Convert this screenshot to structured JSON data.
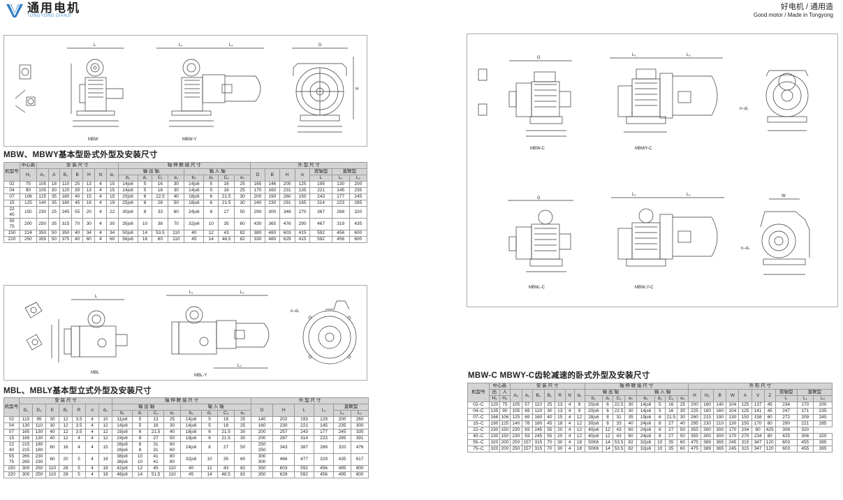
{
  "brand": {
    "name_cn": "通用电机",
    "name_en": "TONGYONG DIANJI"
  },
  "slogan": {
    "cn": "好电机 / 通用造",
    "en": "Good motor / Made in Tongyong"
  },
  "colors": {
    "brand_blue": "#2e7cc4",
    "header_gray": "#d4d4d4",
    "line": "#333333"
  },
  "figures": {
    "mbw": {
      "c1": "MBW",
      "c2": "MBW-Y"
    },
    "mbl": {
      "c1": "MBL",
      "c2": "MBL-Y"
    },
    "mbwc": {
      "c1": "MBW-C",
      "c2": "MBWY-C",
      "c3": "MBW₁-C",
      "c4": "MBW₁Y-C"
    }
  },
  "sections": {
    "mbw": "MBW、MBWY基本型卧式外型及安装尺寸",
    "mbl": "MBL、MBLY基本型立式外型及安装尺寸",
    "mbwc": "MBW-C MBWY-C齿轮减速的卧式外型及安装尺寸"
  },
  "tables": {
    "mbw": {
      "h": {
        "model": "机型号",
        "center": "中心高",
        "install": "安 装 尺 寸",
        "shaft": "轴 伸 联 接 尺 寸",
        "out": "输 出 轴",
        "in": "输 入 轴",
        "outline": "外 型 尺 寸",
        "dual": "双轴型",
        "direct": "直联型"
      },
      "sub": [
        "H₁",
        "A₁",
        "A",
        "B₁",
        "B",
        "H",
        "N",
        "d₀",
        "b₁",
        "d₁",
        "C₁",
        "e₁",
        "b₂",
        "d₂",
        "C₂",
        "e₂",
        "D",
        "B",
        "H",
        "A",
        "L",
        "L₁",
        "L₂"
      ],
      "rows": [
        [
          "02",
          "75",
          "105",
          "18",
          "110",
          "25",
          "13",
          "4",
          "15",
          "14js6",
          "5",
          "16",
          "30",
          "14js6",
          "5",
          "16",
          "25",
          "165",
          "146",
          "205",
          "125",
          "195",
          "130",
          "200"
        ],
        [
          "04",
          "90",
          "105",
          "30",
          "120",
          "30",
          "13",
          "4",
          "15",
          "14js6",
          "5",
          "16",
          "30",
          "14js6",
          "5",
          "16",
          "25",
          "170",
          "160",
          "231",
          "135",
          "221",
          "145",
          "235"
        ],
        [
          "07",
          "106",
          "125",
          "35",
          "160",
          "40",
          "15",
          "4",
          "15",
          "20js6",
          "6",
          "22.5",
          "40",
          "18js6",
          "6",
          "21.5",
          "30",
          "200",
          "190",
          "260",
          "150",
          "243",
          "177",
          "245"
        ],
        [
          "15",
          "125",
          "140",
          "35",
          "180",
          "45",
          "18",
          "4",
          "19",
          "25js6",
          "8",
          "28",
          "50",
          "18js6",
          "6",
          "21.5",
          "30",
          "240",
          "230",
          "291",
          "165",
          "314",
          "223",
          "285"
        ],
        [
          "22\n40",
          "150",
          "230",
          "25",
          "245",
          "55",
          "20",
          "4",
          "22",
          "30js6",
          "8",
          "33",
          "60",
          "24js6",
          "8",
          "27",
          "50",
          "290",
          "300",
          "348",
          "270",
          "367",
          "268",
          "320"
        ],
        [
          "55\n75",
          "200",
          "250",
          "35",
          "315",
          "70",
          "30",
          "4",
          "30",
          "35js6",
          "10",
          "38",
          "70",
          "32js6",
          "10",
          "35",
          "60",
          "430",
          "365",
          "476",
          "290",
          "467",
          "319",
          "435"
        ],
        [
          "150",
          "224",
          "350",
          "50",
          "350",
          "40",
          "34",
          "4",
          "34",
          "50js6",
          "14",
          "53.5",
          "110",
          "40",
          "12",
          "43",
          "82",
          "380",
          "480",
          "603",
          "415",
          "592",
          "456",
          "600"
        ],
        [
          "220",
          "250",
          "355",
          "50",
          "375",
          "40",
          "60",
          "4",
          "60",
          "56js6",
          "16",
          "60",
          "110",
          "45",
          "14",
          "48.5",
          "82",
          "330",
          "480",
          "629",
          "415",
          "592",
          "456",
          "600"
        ]
      ]
    },
    "mbl": {
      "h": {
        "model": "机型号",
        "install": "安 装 尺 寸",
        "shaft": "轴 伸 联 接 尺 寸",
        "out": "输 出 轴",
        "in": "输 入 轴",
        "outline": "外 型 尺 寸",
        "direct": "直联型"
      },
      "sub": [
        "D₁",
        "D₂",
        "E",
        "B₁",
        "R",
        "n",
        "d₀",
        "b₁",
        "d₁",
        "C₁",
        "e₁",
        "b₂",
        "d₂",
        "C₂",
        "e₂",
        "D",
        "H",
        "L",
        "L₁",
        "L₂"
      ],
      "rows": [
        [
          "02",
          "115",
          "95",
          "30",
          "12",
          "3.5",
          "4",
          "10",
          "11js6",
          "5",
          "13",
          "25",
          "14js6",
          "5",
          "16",
          "25",
          "140",
          "202",
          "193",
          "129",
          "200",
          "260"
        ],
        [
          "04",
          "130",
          "110",
          "30",
          "12",
          "3.5",
          "4",
          "12",
          "14js6",
          "5",
          "16",
          "30",
          "14js6",
          "5",
          "16",
          "25",
          "160",
          "230",
          "221",
          "145",
          "235",
          "300"
        ],
        [
          "07",
          "165",
          "130",
          "40",
          "12",
          "3.5",
          "4",
          "12",
          "19js6",
          "6",
          "21.5",
          "40",
          "18js6",
          "6",
          "21.5",
          "30",
          "200",
          "257",
          "243",
          "177",
          "245",
          "335"
        ],
        [
          "15",
          "165",
          "130",
          "40",
          "12",
          "4",
          "4",
          "12",
          "24js6",
          "8",
          "27",
          "50",
          "18js6",
          "6",
          "21.5",
          "30",
          "200",
          "287",
          "314",
          "223",
          "285",
          "391"
        ],
        [
          "22\n40",
          "215\n215",
          "180\n180",
          "60",
          "16",
          "4",
          "4",
          "15",
          "28js6\n28js6",
          "8\n8",
          "31\n31",
          "60\n60",
          "24js6",
          "8",
          "27",
          "50",
          "250\n250",
          "343",
          "387",
          "268",
          "320",
          "476"
        ],
        [
          "55\n75",
          "265\n265",
          "230\n230",
          "80",
          "20",
          "5",
          "4",
          "19",
          "38js6\n38js6",
          "10\n10",
          "41\n41",
          "80\n80",
          "32js6",
          "10",
          "35",
          "60",
          "300\n300",
          "466",
          "477",
          "329",
          "435",
          "617"
        ],
        [
          "150",
          "300",
          "250",
          "110",
          "28",
          "5",
          "4",
          "19",
          "42js6",
          "12",
          "45",
          "110",
          "40",
          "12",
          "43",
          "82",
          "350",
          "603",
          "592",
          "456",
          "495",
          "800"
        ],
        [
          "220",
          "300",
          "250",
          "110",
          "28",
          "5",
          "4",
          "19",
          "48js6",
          "14",
          "51.5",
          "110",
          "45",
          "14",
          "48.5",
          "82",
          "350",
          "629",
          "592",
          "456",
          "495",
          "800"
        ]
      ]
    },
    "mbwc": {
      "h": {
        "model": "机型号",
        "center": "中心高",
        "out": "出",
        "in": "入",
        "install": "安 装 尺 寸",
        "shaft": "轴 伸 联 接 尺 寸",
        "shout": "输 出 轴",
        "shin": "输 入 轴",
        "outline": "外 形 尺 寸",
        "dual": "双轴型",
        "direct": "直联型"
      },
      "sub": [
        "H₁",
        "H₂",
        "A₀",
        "A₁",
        "B₀",
        "B₁",
        "R",
        "N",
        "d₀",
        "b₁",
        "d₁",
        "C₁",
        "e₁",
        "b₂",
        "d₂",
        "C₂",
        "e₂",
        "H",
        "H₂",
        "B",
        "W",
        "A",
        "V",
        "Z",
        "L",
        "L₁",
        "L₂"
      ],
      "rows": [
        [
          "02–C",
          "120",
          "75",
          "105",
          "57",
          "110",
          "25",
          "13",
          "4",
          "9",
          "20js6",
          "6",
          "22.5",
          "30",
          "14js6",
          "5",
          "16",
          "25",
          "200",
          "160",
          "140",
          "104",
          "125",
          "137",
          "45",
          "234",
          "170",
          "200"
        ],
        [
          "04–C",
          "135",
          "90",
          "105",
          "69",
          "120",
          "30",
          "13",
          "4",
          "9",
          "20js6",
          "6",
          "22.5",
          "30",
          "14js6",
          "5",
          "16",
          "30",
          "225",
          "180",
          "160",
          "104",
          "125",
          "141",
          "45",
          "247",
          "171",
          "235"
        ],
        [
          "07–C",
          "166",
          "106",
          "125",
          "69",
          "160",
          "40",
          "15",
          "4",
          "12",
          "28js6",
          "8",
          "31",
          "35",
          "19js6",
          "6",
          "21.5",
          "30",
          "260",
          "215",
          "190",
          "130",
          "150",
          "158",
          "60",
          "272",
          "209",
          "245"
        ],
        [
          "15–C",
          "190",
          "125",
          "140",
          "78",
          "180",
          "45",
          "18",
          "4",
          "12",
          "30js6",
          "8",
          "33",
          "40",
          "24js6",
          "8",
          "27",
          "40",
          "295",
          "230",
          "210",
          "130",
          "150",
          "170",
          "60",
          "290",
          "221",
          "285"
        ],
        [
          "22–C",
          "230",
          "150",
          "230",
          "93",
          "245",
          "55",
          "20",
          "4",
          "12",
          "40js6",
          "12",
          "43",
          "60",
          "24js6",
          "8",
          "27",
          "50",
          "355",
          "300",
          "300",
          "170",
          "234",
          "80",
          "425",
          "306",
          "320"
        ],
        [
          "40–C",
          "230",
          "150",
          "230",
          "93",
          "245",
          "55",
          "20",
          "4",
          "12",
          "40js6",
          "12",
          "43",
          "60",
          "24js6",
          "8",
          "27",
          "50",
          "355",
          "300",
          "300",
          "170",
          "270",
          "234",
          "80",
          "425",
          "306",
          "320"
        ],
        [
          "55–C",
          "320",
          "200",
          "250",
          "157",
          "315",
          "70",
          "30",
          "4",
          "18",
          "50K6",
          "14",
          "53.5",
          "82",
          "32js6",
          "10",
          "35",
          "60",
          "475",
          "389",
          "365",
          "245",
          "315",
          "347",
          "120",
          "603",
          "455",
          "395"
        ],
        [
          "75–C",
          "320",
          "200",
          "250",
          "157",
          "315",
          "70",
          "30",
          "4",
          "18",
          "50K6",
          "14",
          "53.5",
          "82",
          "32js6",
          "10",
          "35",
          "60",
          "475",
          "389",
          "365",
          "245",
          "315",
          "347",
          "120",
          "603",
          "455",
          "395"
        ]
      ]
    }
  }
}
